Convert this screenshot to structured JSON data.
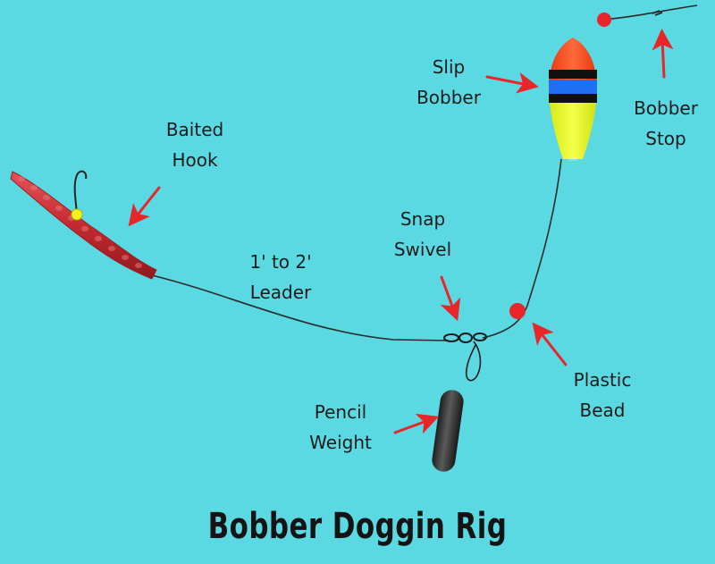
{
  "title": "Bobber Doggin Rig",
  "labels": {
    "slip_bobber": [
      "Slip",
      "Bobber"
    ],
    "bobber_stop": [
      "Bobber",
      "Stop"
    ],
    "baited_hook": [
      "Baited",
      "Hook"
    ],
    "leader": [
      "1' to 2'",
      "Leader"
    ],
    "snap_swivel": [
      "Snap",
      "Swivel"
    ],
    "plastic_bead": [
      "Plastic",
      "Bead"
    ],
    "pencil_weight": [
      "Pencil",
      "Weight"
    ]
  },
  "colors": {
    "background": "#5ad9e3",
    "arrow": "#e8262a",
    "bead": "#e8262a",
    "worm": "#c42a2f",
    "bobber_top": "#ff4a1c",
    "bobber_band_dark": "#111111",
    "bobber_band_blue": "#1f6ff0",
    "bobber_bottom": "#e6f71c",
    "line": "#2b2b2b",
    "weight": "#3a3a3a"
  }
}
